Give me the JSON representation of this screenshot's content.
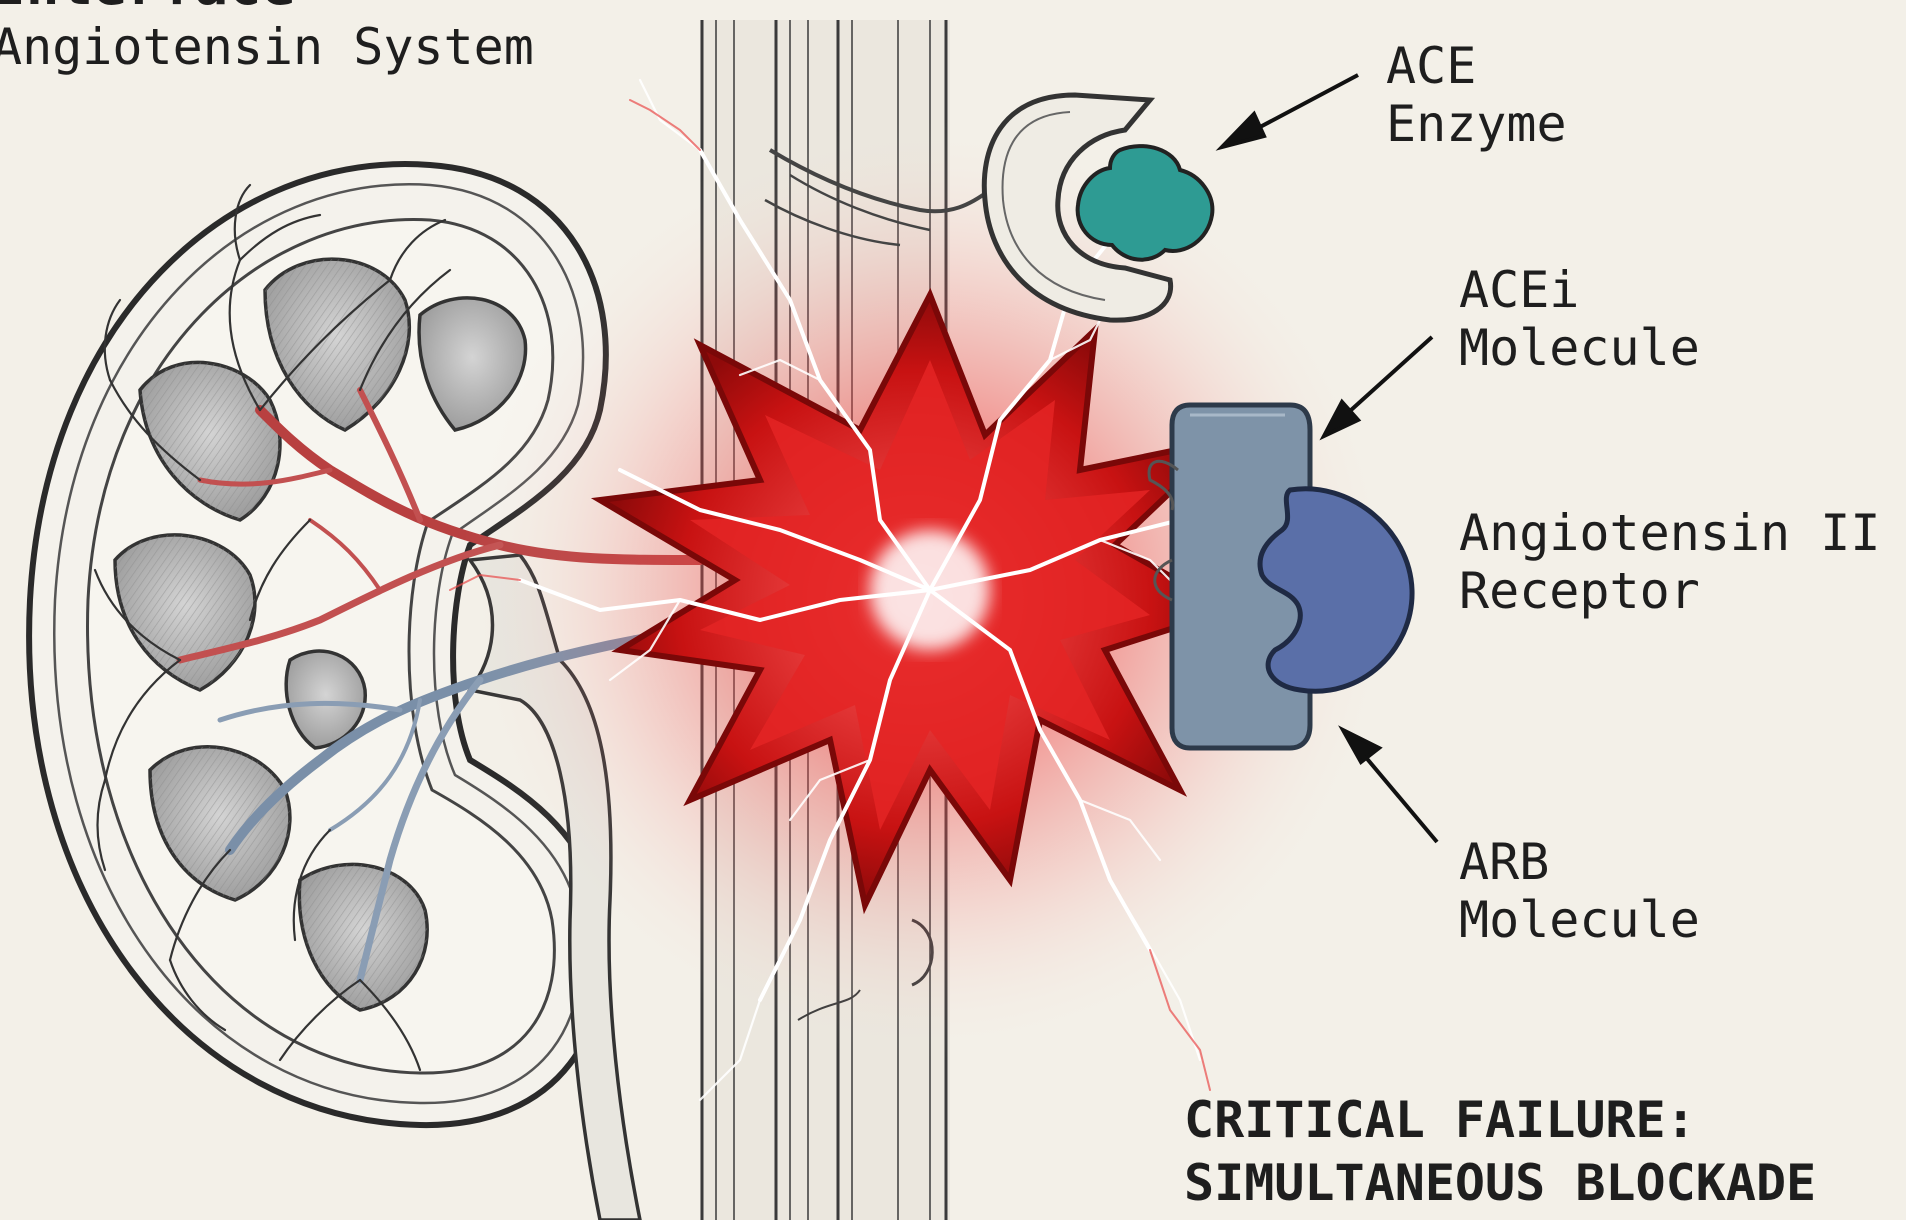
{
  "title": {
    "line1": "Interface",
    "line2": "Angiotensin System"
  },
  "callouts": {
    "ace": {
      "line1": "ACE",
      "line2": "Enzyme"
    },
    "acei": {
      "line1": "ACEi",
      "line2": "Molecule"
    },
    "at2_receptor": {
      "line1": "Angiotensin II",
      "line2": "Receptor"
    },
    "arb": {
      "line1": "ARB",
      "line2": "Molecule"
    }
  },
  "warning": {
    "line1": "CRITICAL FAILURE:",
    "line2": "SIMULTANEOUS BLOCKADE"
  },
  "colors": {
    "background": "#f3f0e8",
    "ink": "#1e1e1e",
    "explosion_red": "#d21414",
    "ace_enzyme_teal": "#2e9b93",
    "receptor_blue": "#5a6fa8",
    "acei_slate": "#7e93a8"
  }
}
